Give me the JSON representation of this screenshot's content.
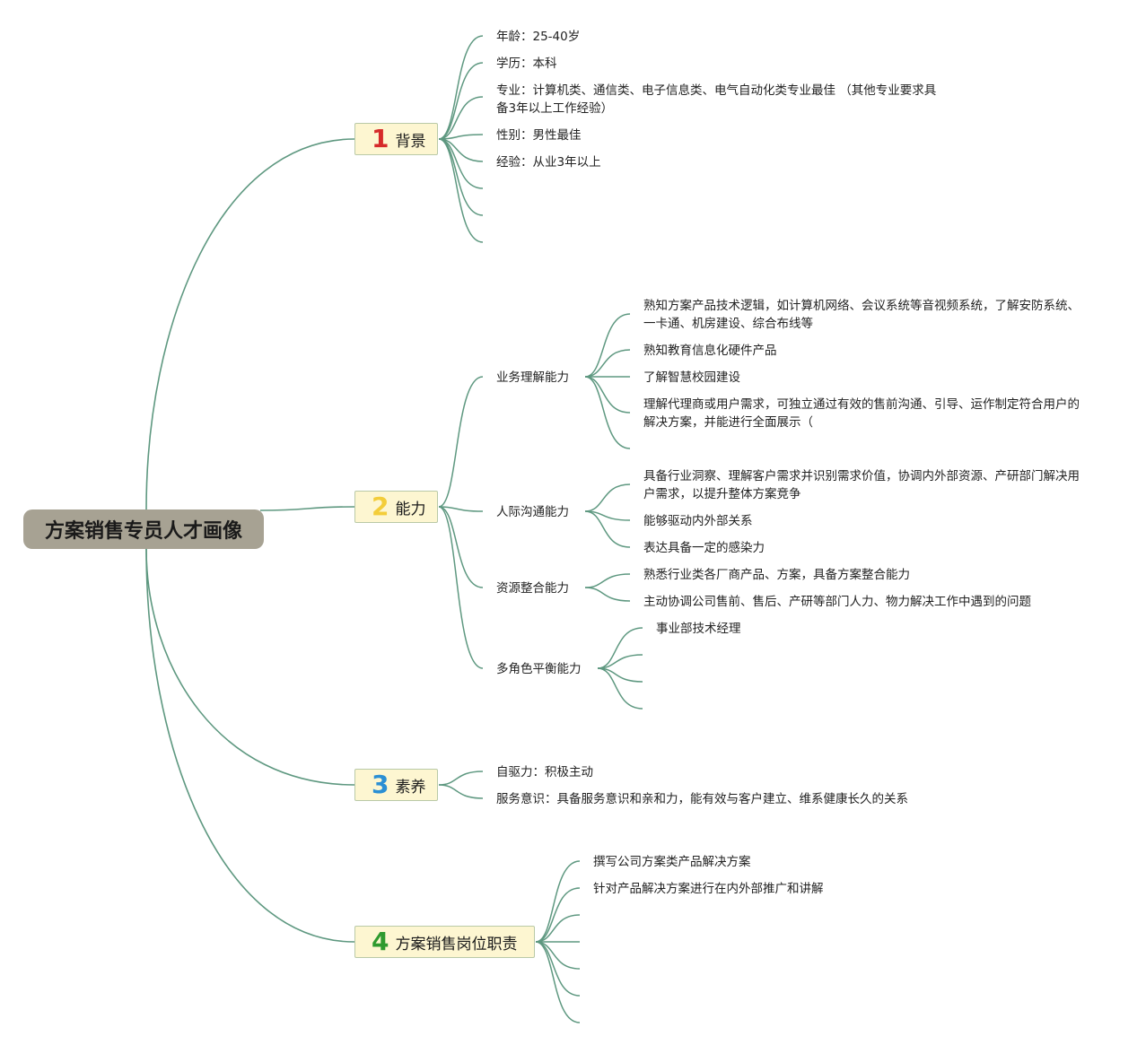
{
  "root": {
    "label": "方案销售专员人才画像"
  },
  "colors": {
    "line": "#5e9880",
    "root_bg": "#a7a293",
    "branch_bg": "#fdf6d1",
    "branch_border": "#b9c9a7",
    "num1": "#d62a2a",
    "num2": "#f3cd3a",
    "num3": "#2b8fd4",
    "num4": "#2f9a2f"
  },
  "branches": [
    {
      "num": "1",
      "label": "背景",
      "items": [
        "年龄：25-40岁",
        "学历：本科",
        "专业：计算机类、通信类、电子信息类、电气自动化类专业最佳 （其他专业要求具备3年以上工作经验）",
        "性别：男性最佳",
        "经验：从业3年以上"
      ]
    },
    {
      "num": "2",
      "label": "能力",
      "groups": [
        {
          "label": "业务理解能力",
          "items": [
            "熟知方案产品技术逻辑，如计算机网络、会议系统等音视频系统，了解安防系统、一卡通、机房建设、综合布线等",
            "熟知教育信息化硬件产品",
            "了解智慧校园建设",
            "理解代理商或用户需求，可独立通过有效的售前沟通、引导、运作制定符合用户的解决方案，并能进行全面展示（"
          ]
        },
        {
          "label": "人际沟通能力",
          "items": [
            "具备行业洞察、理解客户需求并识别需求价值，协调内外部资源、产研部门解决用户需求，以提升整体方案竞争",
            "能够驱动内外部关系",
            "表达具备一定的感染力"
          ]
        },
        {
          "label": "资源整合能力",
          "items": [
            "熟悉行业类各厂商产品、方案，具备方案整合能力",
            "主动协调公司售前、售后、产研等部门人力、物力解决工作中遇到的问题"
          ]
        },
        {
          "label": "多角色平衡能力",
          "items": [
            "事业部技术经理"
          ]
        }
      ]
    },
    {
      "num": "3",
      "label": "素养",
      "items": [
        "自驱力：积极主动",
        "服务意识：具备服务意识和亲和力，能有效与客户建立、维系健康长久的关系"
      ]
    },
    {
      "num": "4",
      "label": "方案销售岗位职责",
      "items": [
        "撰写公司方案类产品解决方案",
        "针对产品解决方案进行在内外部推广和讲解"
      ]
    }
  ]
}
